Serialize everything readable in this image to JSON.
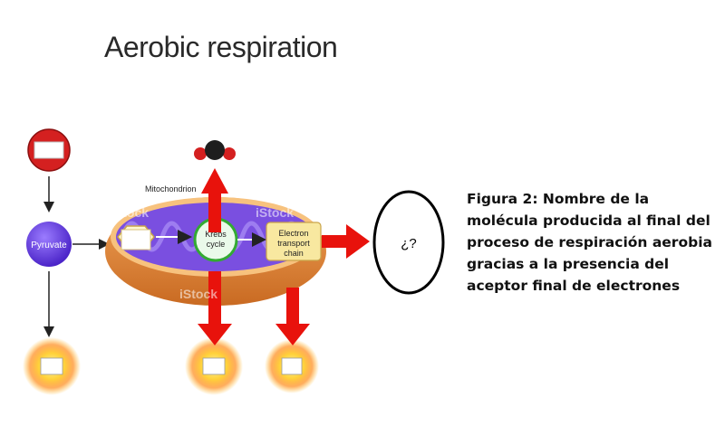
{
  "title": "Aerobic respiration",
  "labels": {
    "pyruvate": "Pyruvate",
    "mitochondrion": "Mitochondrion",
    "krebs_line1": "Krebs",
    "krebs_line2": "cycle",
    "etc_line1": "Electron",
    "etc_line2": "transport",
    "etc_line3": "chain",
    "unknown": "¿?"
  },
  "caption": "Figura 2: Nombre de la molécula producida al final del proceso de respiración aerobia gracias a la presencia del aceptor final de electrones",
  "watermark": "iStock",
  "colors": {
    "arrow_red": "#e8120c",
    "membrane_orange": "#e3873a",
    "matrix_purple": "#6a3fd0",
    "pyruvate_purple": "#6a3fe0",
    "krebs_green": "#33aa33",
    "etc_yellow": "#f8e8a0",
    "glucose_red": "#d42020"
  },
  "icons": [
    "glucose-icon",
    "carbon-dioxide-icon",
    "atp-burst-icon"
  ]
}
